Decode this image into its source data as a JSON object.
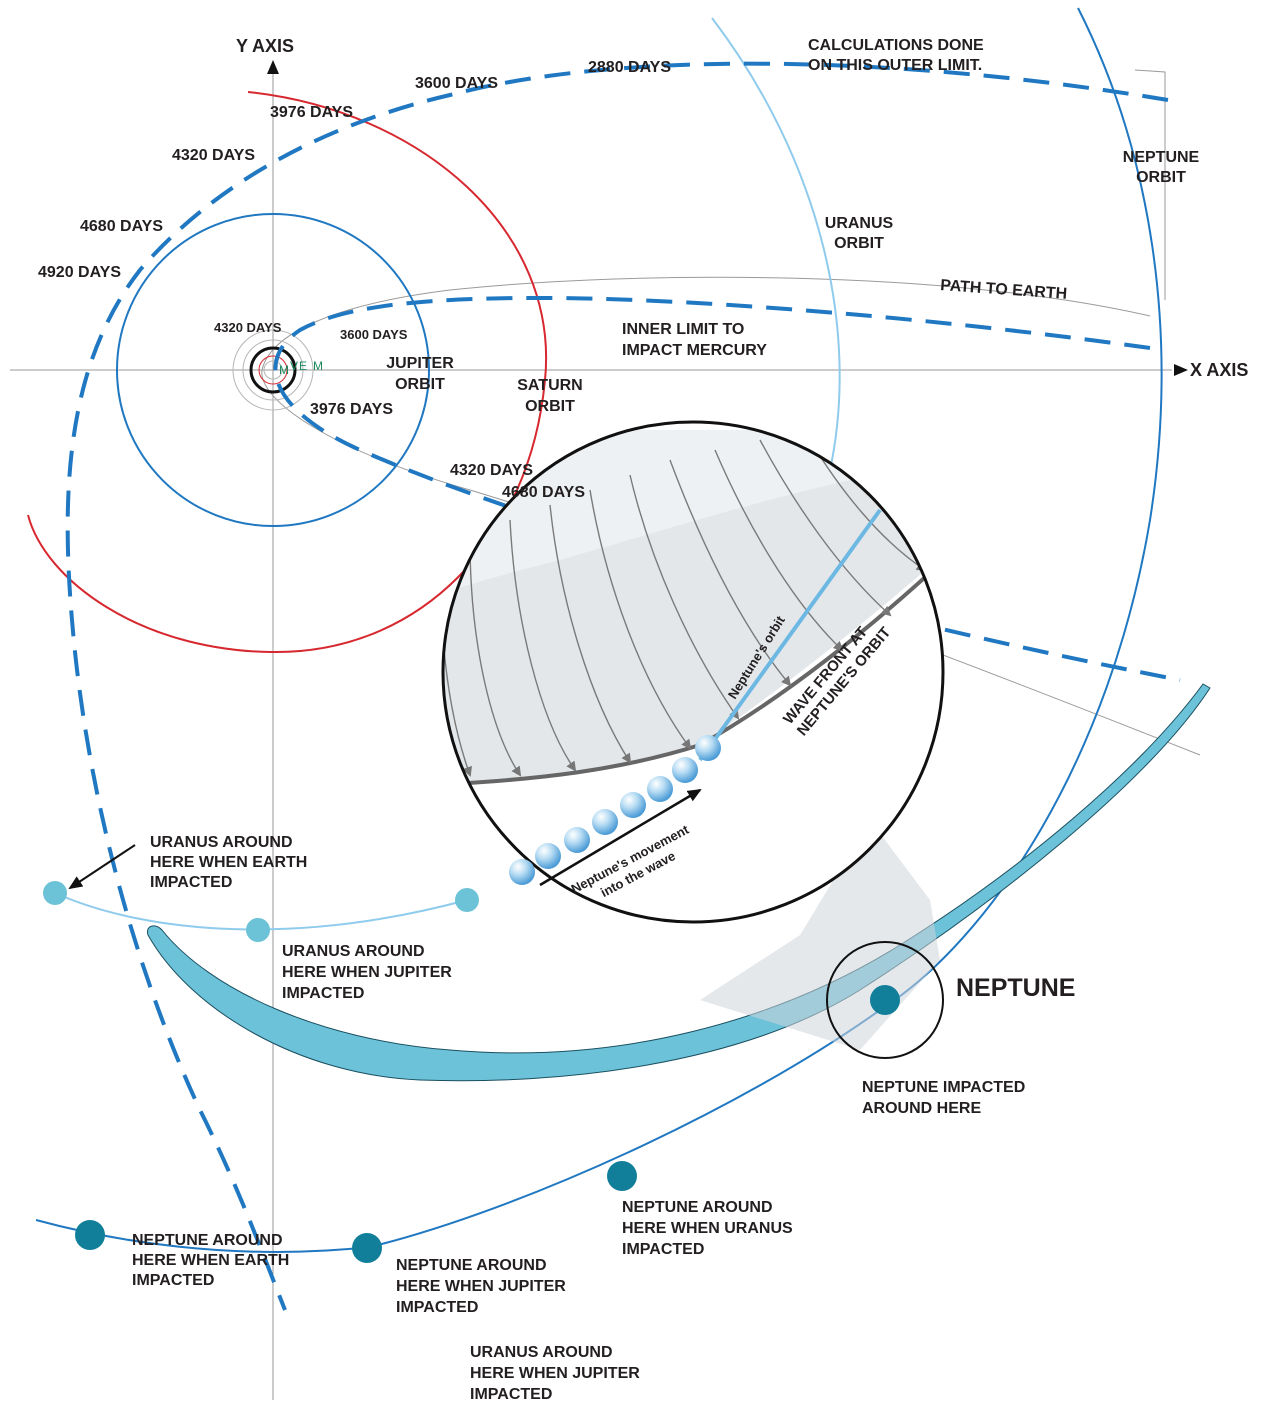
{
  "axes": {
    "y_label": "Y AXIS",
    "x_label": "X AXIS"
  },
  "orbits": {
    "neptune": "NEPTUNE\nORBIT",
    "uranus": "URANUS\nORBIT",
    "saturn": "SATURN\nORBIT",
    "jupiter": "JUPITER\nORBIT",
    "inner_planets": [
      "M",
      "V",
      "E",
      "M"
    ]
  },
  "paths": {
    "outer_limit_note": "CALCULATIONS DONE\nON THIS OUTER LIMIT.",
    "path_to_earth": "PATH TO EARTH",
    "inner_limit": "INNER LIMIT TO\nIMPACT MERCURY"
  },
  "outer_day_markers": [
    "2880 DAYS",
    "3600 DAYS",
    "3976 DAYS",
    "4320 DAYS",
    "4680 DAYS",
    "4920 DAYS"
  ],
  "inner_day_markers": [
    "4320 DAYS",
    "3600 DAYS",
    "3976 DAYS",
    "4320 DAYS",
    "4680 DAYS"
  ],
  "inset": {
    "neptunes_orbit": "Neptune's orbit",
    "wave_front": "WAVE FRONT AT\nNEPTUNE'S ORBIT",
    "movement": "Neptune's movement\ninto the wave"
  },
  "annotations": {
    "uranus_earth": "URANUS AROUND\nHERE WHEN EARTH\nIMPACTED",
    "uranus_jupiter": "URANUS AROUND\nHERE WHEN JUPITER\nIMPACTED",
    "uranus_jupiter_bottom": "URANUS AROUND\nHERE WHEN JUPITER\nIMPACTED",
    "neptune_title": "NEPTUNE",
    "neptune_impacted": "NEPTUNE IMPACTED\nAROUND HERE",
    "neptune_uranus": "NEPTUNE AROUND\nHERE WHEN URANUS\nIMPACTED",
    "neptune_jupiter": "NEPTUNE AROUND\nHERE WHEN JUPITER\nIMPACTED",
    "neptune_earth": "NEPTUNE AROUND\nHERE WHEN EARTH\nIMPACTED"
  },
  "colors": {
    "dashed_path": "#1f78c1",
    "neptune_orbit": "#1f78c1",
    "uranus_orbit": "#7fc4ea",
    "saturn_orbit": "#d7282f",
    "jupiter_orbit": "#1f78c1",
    "neptune_body": "#127f9a",
    "uranus_body": "#6cc2d6",
    "wave_band": "#6cc2d8",
    "inset_shade": "#e2e6e9"
  }
}
